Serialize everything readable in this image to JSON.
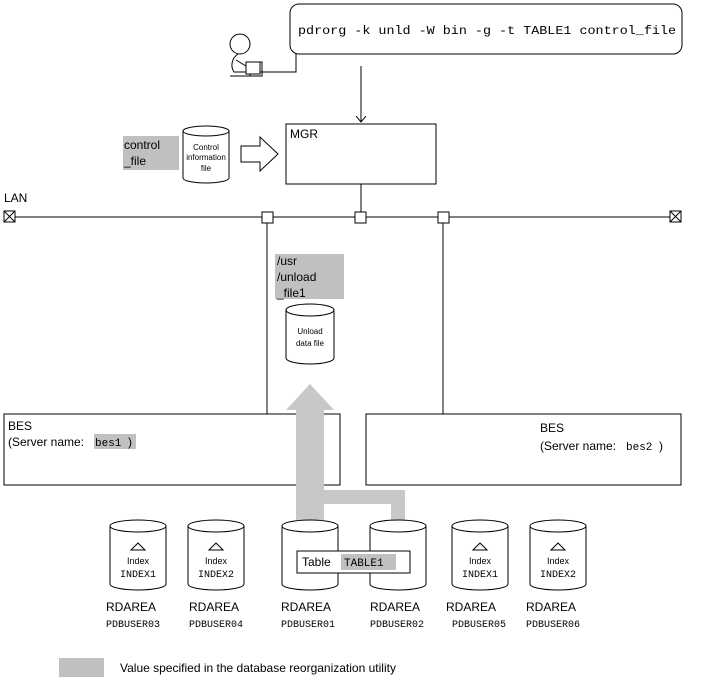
{
  "command": "pdrorg -k unld -W bin -g -t TABLE1 control_file",
  "mgr_label": "MGR",
  "lan_label": "LAN",
  "control_file": {
    "line1": "control",
    "line2": "_file"
  },
  "control_info_file": {
    "line1": "Control",
    "line2": "information",
    "line3": "file"
  },
  "unload_path": {
    "line1": "/usr",
    "line2": "/unload",
    "line3": "_file1"
  },
  "unload_data_file": {
    "line1": "Unload",
    "line2": "data file"
  },
  "bes1": {
    "title": "BES",
    "server_prefix": "(Server name: ",
    "server_name": "bes1",
    "server_suffix": ")"
  },
  "bes2": {
    "title": "BES",
    "server_prefix": "(Server name: ",
    "server_name": "bes2",
    "server_suffix": ")"
  },
  "table_box": {
    "label": "Table",
    "name": "TABLE1"
  },
  "rdareas": [
    {
      "area_label": "RDAREA",
      "area_name": "PDBUSER03",
      "index_label": "Index",
      "index_name": "INDEX1"
    },
    {
      "area_label": "RDAREA",
      "area_name": "PDBUSER04",
      "index_label": "Index",
      "index_name": "INDEX2"
    },
    {
      "area_label": "RDAREA",
      "area_name": "PDBUSER01"
    },
    {
      "area_label": "RDAREA",
      "area_name": "PDBUSER02"
    },
    {
      "area_label": "RDAREA",
      "area_name": "PDBUSER05",
      "index_label": "Index",
      "index_name": "INDEX1"
    },
    {
      "area_label": "RDAREA",
      "area_name": "PDBUSER06",
      "index_label": "Index",
      "index_name": "INDEX2"
    }
  ],
  "legend": {
    "text": "Value specified in the database reorganization utility",
    "swatch_color": "#c0c0c0"
  },
  "colors": {
    "highlight": "#c0c0c0",
    "flow_arrow": "#c8c8c8",
    "line": "#000000"
  }
}
